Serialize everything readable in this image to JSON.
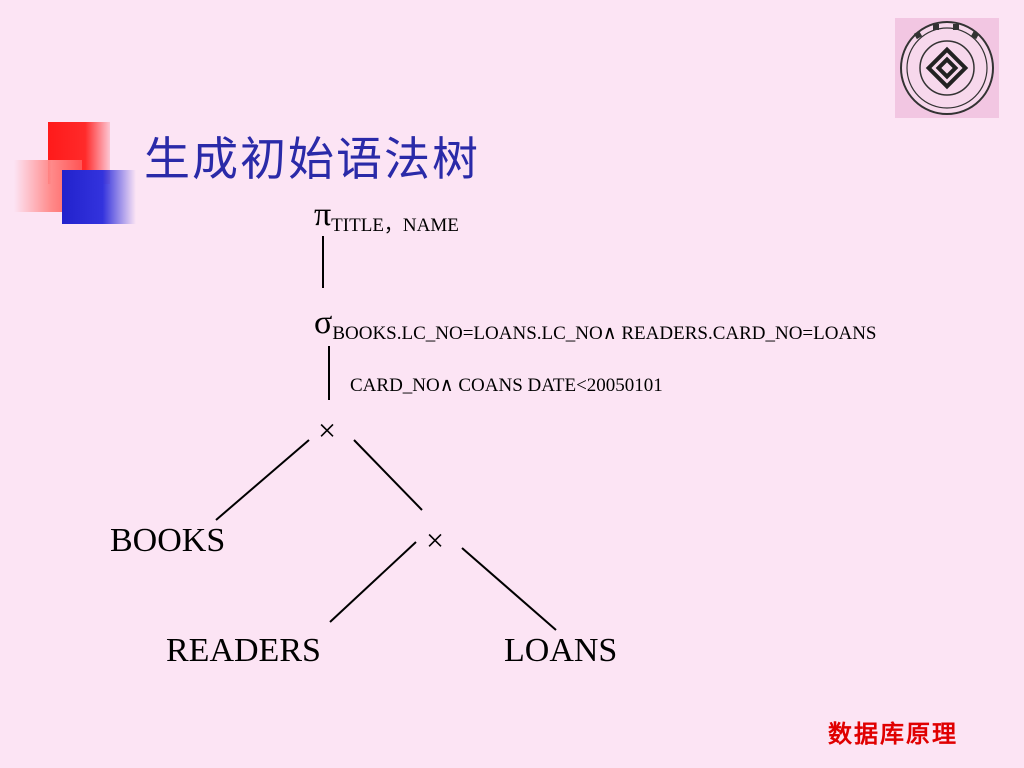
{
  "slide": {
    "title": "生成初始语法树",
    "footer": "数据库原理"
  },
  "colors": {
    "title": "#2a2aa8",
    "footer": "#e00000",
    "background": "#fce4f4"
  },
  "tree": {
    "projection": {
      "symbol": "π",
      "attributes": "TITLE，NAME"
    },
    "selection": {
      "symbol": "σ",
      "condition_line1": "BOOKS.LC_NO=LOANS.LC_NO∧ READERS.CARD_NO=LOANS",
      "condition_line2": "CARD_NO∧ COANS DATE<20050101"
    },
    "product_symbol": "×",
    "relations": {
      "books": "BOOKS",
      "readers": "READERS",
      "loans": "LOANS"
    }
  },
  "logo": {
    "icon": "university-seal-icon"
  }
}
